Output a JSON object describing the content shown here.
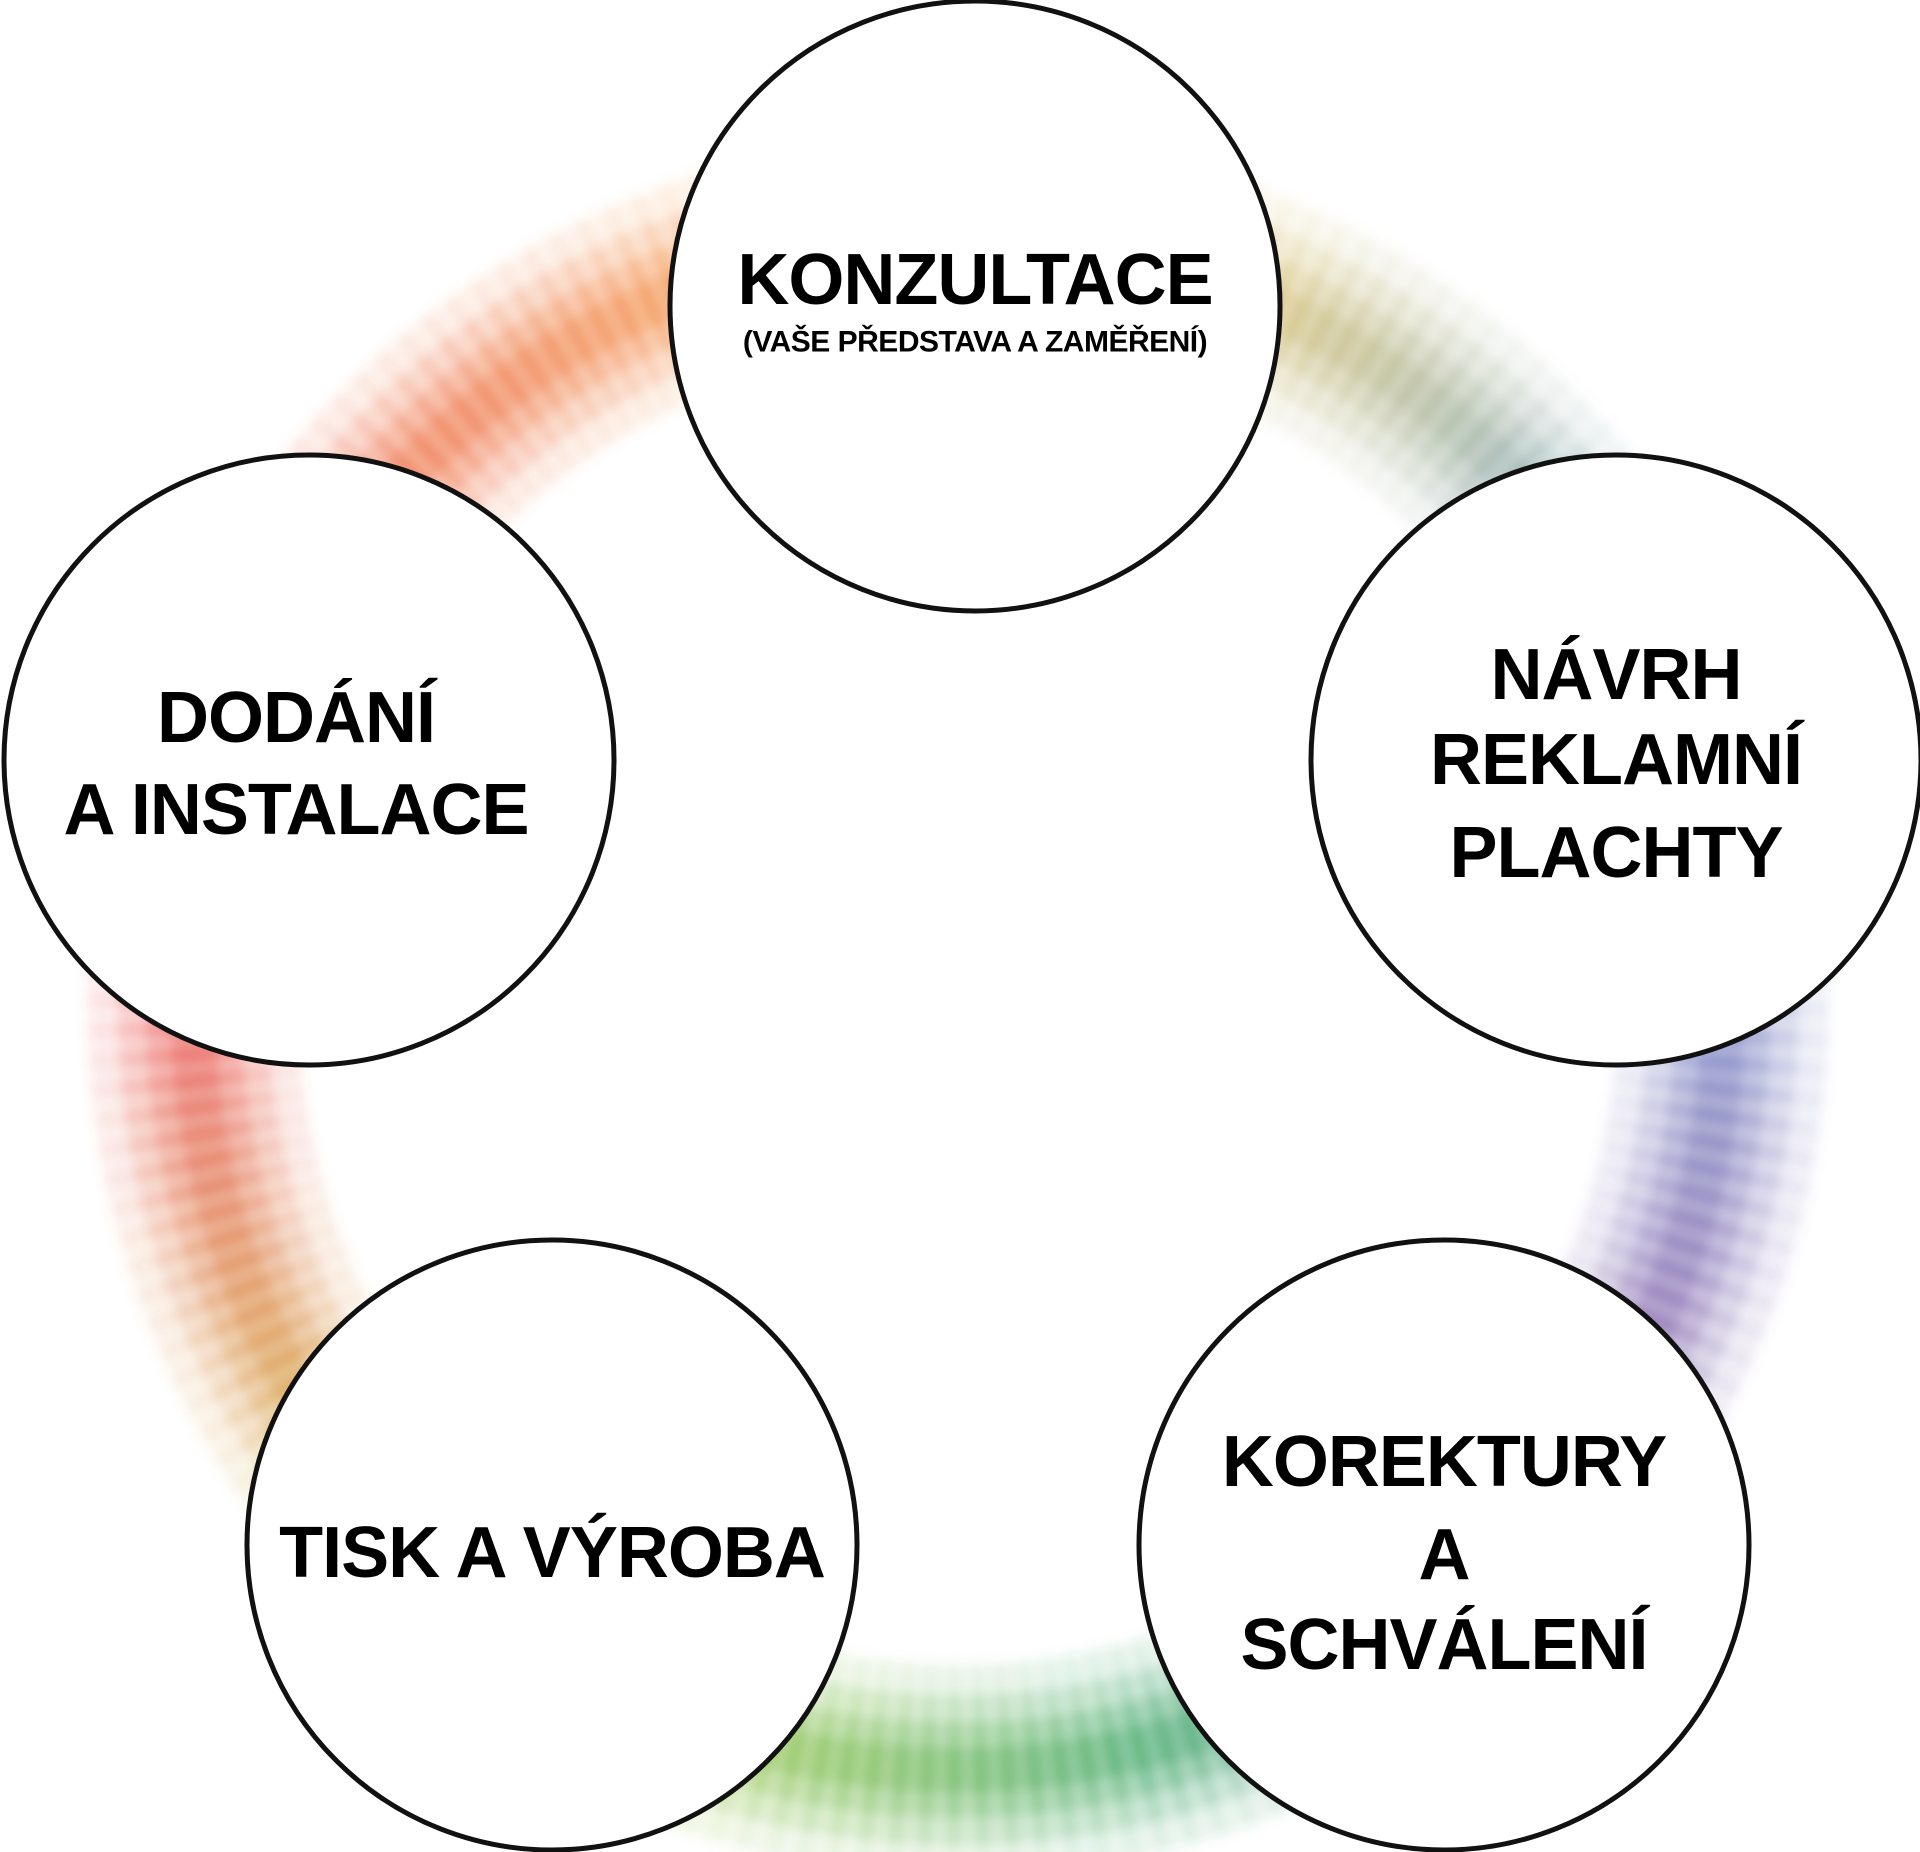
{
  "diagram": {
    "type": "cycle",
    "colors": {
      "circle_fill": "#ffffff",
      "circle_stroke": "#111111",
      "text": "#000000",
      "ring_gradient": [
        "#f5c342",
        "#5b9bd5",
        "#7b5ea8",
        "#2e9e5b",
        "#c4d62a",
        "#e84747",
        "#ee6a3a"
      ]
    },
    "steps": [
      {
        "id": "konzultace",
        "lines": [
          "KONZULTACE"
        ],
        "sub": "(VAŠE PŘEDSTAVA A ZAMĚŘENÍ)"
      },
      {
        "id": "navrh",
        "lines": [
          "NÁVRH",
          "REKLAMNÍ",
          "PLACHTY"
        ]
      },
      {
        "id": "korektury",
        "lines": [
          "KOREKTURY",
          "A",
          "SCHVÁLENÍ"
        ]
      },
      {
        "id": "tisk",
        "lines": [
          "TISK A VÝROBA"
        ]
      },
      {
        "id": "dodani",
        "lines": [
          "DODÁNÍ",
          "A INSTALACE"
        ]
      }
    ]
  }
}
